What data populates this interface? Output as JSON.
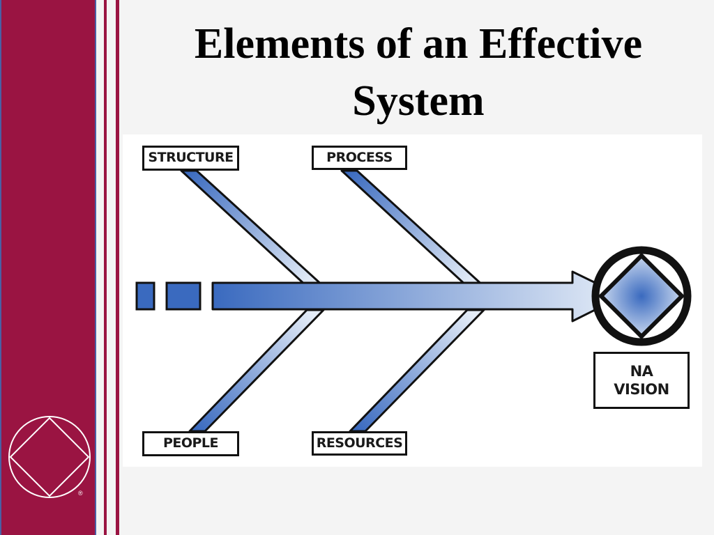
{
  "slide": {
    "title_line1": "Elements of an Effective",
    "title_line2": "System"
  },
  "diagram": {
    "type": "fishbone",
    "bones_top": [
      {
        "label": "STRUCTURE"
      },
      {
        "label": "PROCESS"
      }
    ],
    "bones_bottom": [
      {
        "label": "PEOPLE"
      },
      {
        "label": "RESOURCES"
      }
    ],
    "head": {
      "line1": "NA",
      "line2": "VISION"
    }
  },
  "colors": {
    "sidebar": "#9a1442",
    "sidebar_border": "#4a5fa5",
    "arrow_dark": "#3a6abf",
    "arrow_light": "#e4ecf7",
    "outline": "#111111",
    "panel": "#ffffff",
    "background": "#f4f4f4"
  },
  "logo": {
    "icon": "na-diamond-circle-icon",
    "mark": "®"
  }
}
